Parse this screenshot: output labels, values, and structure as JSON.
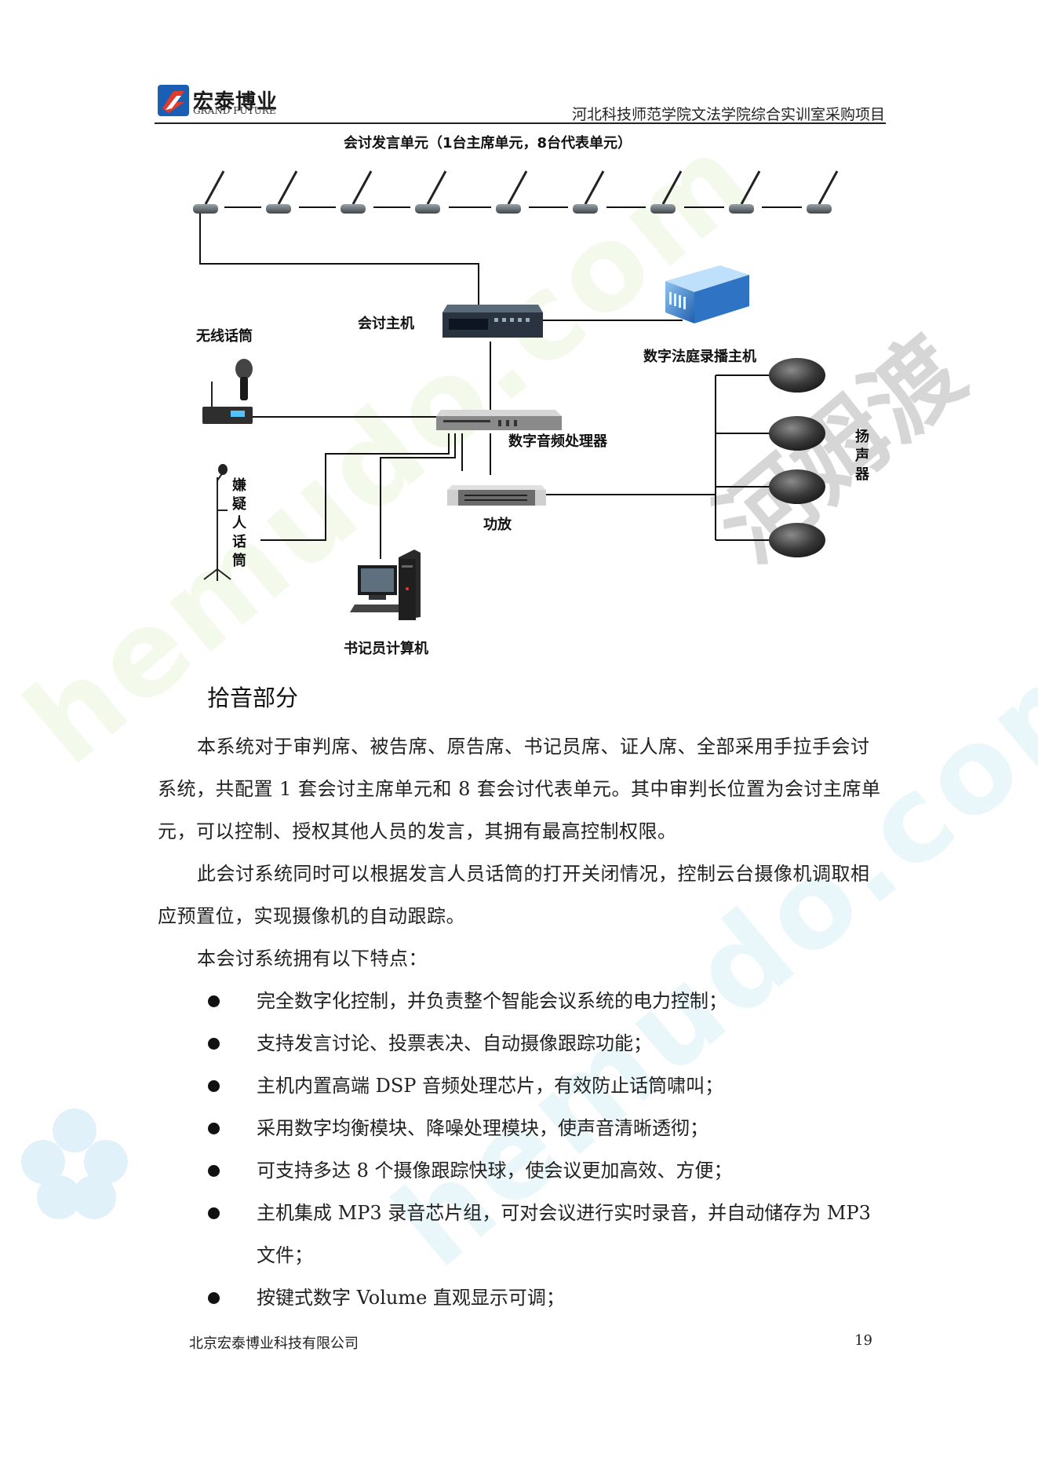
{
  "header": {
    "logo_cn": "宏泰博业",
    "logo_en": "GRAND FUTURE",
    "title": "河北科技师范学院文法学院综合实训室采购项目"
  },
  "watermark": {
    "text_cn": "河姆渡",
    "text_en": "hemudo.com"
  },
  "diagram": {
    "units_title": "会讨发言单元（1台主席单元，8台代表单元）",
    "host_label": "会讨主机",
    "recorder_label": "数字法庭录播主机",
    "wireless_mic_label": "无线话筒",
    "dsp_label": "数字音频处理器",
    "suspect_mic_label": "嫌疑人话筒",
    "amp_label": "功放",
    "clerk_pc_label": "书记员计算机",
    "speakers_label": "扬声器"
  },
  "content": {
    "section_title": "拾音部分",
    "paragraphs": [
      "本系统对于审判席、被告席、原告席、书记员席、证人席、全部采用手拉手会讨系统，共配置 1 套会讨主席单元和 8 套会讨代表单元。其中审判长位置为会讨主席单元，可以控制、授权其他人员的发言，其拥有最高控制权限。",
      "此会讨系统同时可以根据发言人员话筒的打开关闭情况，控制云台摄像机调取相应预置位，实现摄像机的自动跟踪。",
      "本会讨系统拥有以下特点："
    ],
    "bullets": [
      "完全数字化控制，并负责整个智能会议系统的电力控制；",
      "支持发言讨论、投票表决、自动摄像跟踪功能；",
      "主机内置高端 DSP 音频处理芯片，有效防止话筒啸叫；",
      "采用数字均衡模块、降噪处理模块，使声音清晰透彻；",
      "可支持多达 8 个摄像跟踪快球，使会议更加高效、方便；",
      "主机集成 MP3 录音芯片组，可对会议进行实时录音，并自动储存为 MP3 文件；",
      "按键式数字 Volume 直观显示可调；"
    ]
  },
  "footer": {
    "company": "北京宏泰博业科技有限公司",
    "page_number": "19"
  }
}
